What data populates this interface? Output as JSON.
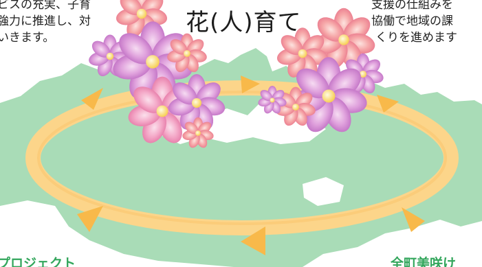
{
  "title": "花(人)育て",
  "left_text": {
    "line1": "ビスの充実、子育",
    "line2": "強力に推進し、対",
    "line3": "いきます。"
  },
  "right_text": {
    "line1": "支援の仕組みを",
    "line2": "協働で地域の課",
    "line3": "くりを進めます"
  },
  "bottom_labels": {
    "left": "プロジェクト",
    "right": "全町美咲け"
  },
  "colors": {
    "map": "#a9dcb7",
    "ring": "#fcd58a",
    "arrow": "#f8b94a",
    "flower_pink": "#f3a0c4",
    "flower_purple": "#d98ed8",
    "flower_center": "#fde58a",
    "label_green": "#33a65c"
  }
}
